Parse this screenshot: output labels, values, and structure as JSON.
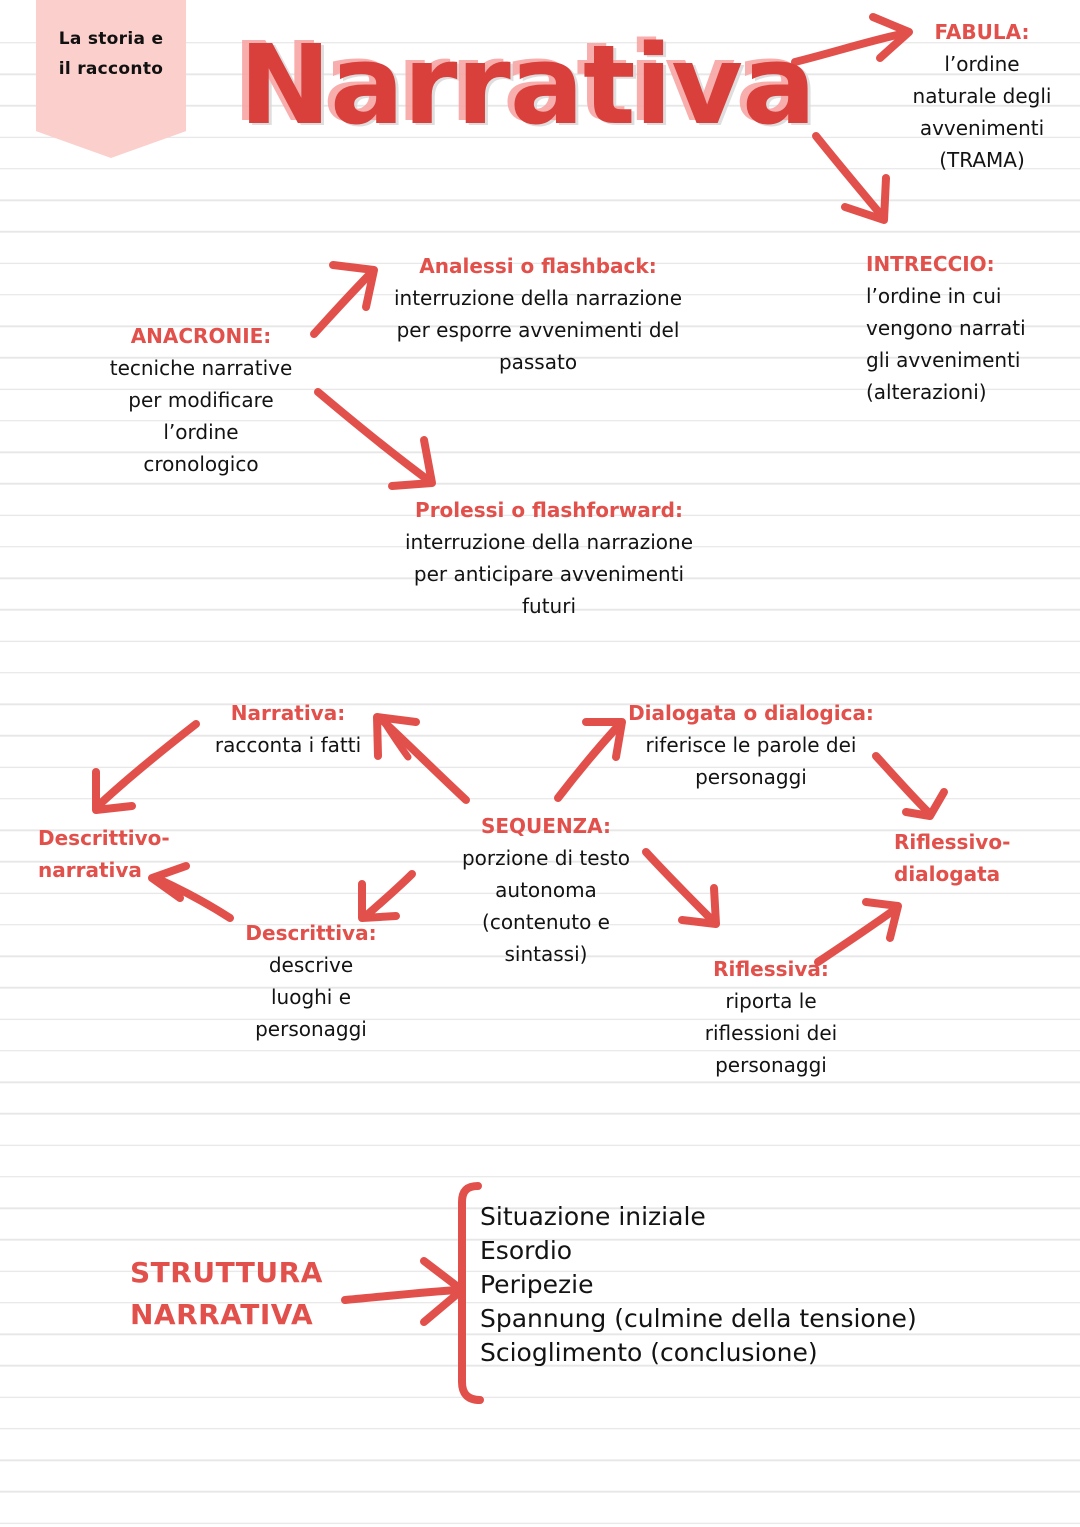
{
  "colors": {
    "accent_red": "#e2504b",
    "title_red": "#d9403c",
    "title_pink": "#f8a6a4",
    "title_shadow_gray": "#d9d9d9",
    "tab_pink": "#fbcfcb",
    "body_black": "#131313",
    "rule_line": "#e7e7e7",
    "paper": "#ffffff"
  },
  "tab": {
    "line1": "La storia e",
    "line2": "il racconto"
  },
  "title": {
    "text": "Narrativa"
  },
  "fabula": {
    "heading": "FABULA:",
    "lines": [
      "l’ordine",
      "naturale degli",
      "avvenimenti",
      "(TRAMA)"
    ]
  },
  "intreccio": {
    "heading": "INTRECCIO:",
    "lines": [
      "l’ordine in cui",
      "vengono narrati",
      "gli avvenimenti",
      "(alterazioni)"
    ]
  },
  "anacronie": {
    "heading": "ANACRONIE:",
    "lines": [
      "tecniche narrative",
      "per modificare",
      "l’ordine",
      "cronologico"
    ]
  },
  "analessi": {
    "heading": "Analessi o flashback:",
    "lines": [
      "interruzione della narrazione",
      "per esporre avvenimenti del",
      "passato"
    ]
  },
  "prolessi": {
    "heading": "Prolessi o flashforward:",
    "lines": [
      "interruzione della narrazione",
      "per anticipare avvenimenti",
      "futuri"
    ]
  },
  "sequenza": {
    "heading": "SEQUENZA:",
    "lines": [
      "porzione di testo",
      "autonoma",
      "(contenuto e",
      "sintassi)"
    ]
  },
  "narrativa_seq": {
    "heading": "Narrativa:",
    "lines": [
      "racconta i fatti"
    ]
  },
  "descrittiva": {
    "heading": "Descrittiva:",
    "lines": [
      "descrive",
      "luoghi e",
      "personaggi"
    ]
  },
  "descrittivo_narrativa": {
    "line1": "Descrittivo-",
    "line2": "narrativa"
  },
  "dialogata": {
    "heading": "Dialogata o dialogica:",
    "lines": [
      "riferisce le parole dei",
      "personaggi"
    ]
  },
  "riflessiva": {
    "heading": "Riflessiva:",
    "lines": [
      "riporta le",
      "riflessioni dei",
      "personaggi"
    ]
  },
  "riflessivo_dialogata": {
    "line1": "Riflessivo-",
    "line2": "dialogata"
  },
  "struttura": {
    "label_line1": "STRUTTURA",
    "label_line2": "NARRATIVA",
    "items": [
      "Situazione iniziale",
      "Esordio",
      "Peripezie",
      "Spannung (culmine della tensione)",
      "Scioglimento (conclusione)"
    ]
  }
}
